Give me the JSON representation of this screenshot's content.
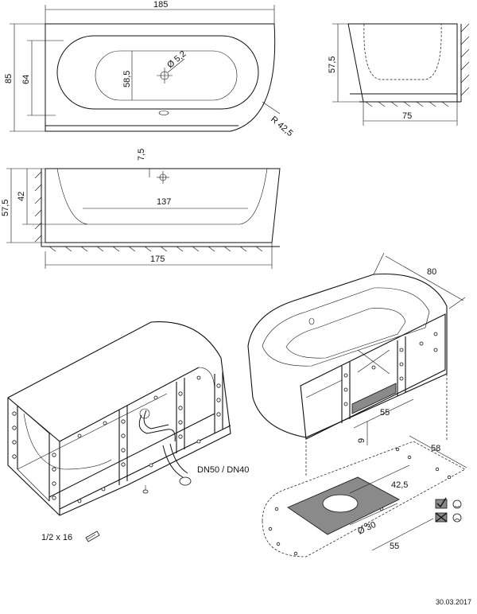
{
  "drawing": {
    "top_view": {
      "length": "185",
      "width": "85",
      "inner_width": "64",
      "basin_width": "58,5",
      "drain_diameter": "Ø 5,2",
      "corner_radius": "R 42,5"
    },
    "side_view": {
      "height": "57,5",
      "depth": "75"
    },
    "front_view": {
      "drain_offset": "7,5",
      "inner_depth": "42",
      "height": "57,5",
      "inner_length": "137",
      "length": "175"
    },
    "iso_view": {
      "width": "80",
      "panel_width": "55",
      "panel_height": "9",
      "floor_depth": "58",
      "drain_offset": "42,5",
      "drain_diameter": "Ø 30",
      "drain_span": "55",
      "pipe_label": "DN50 / DN40",
      "screw_qty": "1/2   x 16"
    },
    "date": "30.03.2017"
  },
  "icons": {
    "ok": "checkbox-ok-icon",
    "no": "checkbox-cross-icon",
    "smile": "smiley-icon",
    "sad": "sad-face-icon"
  }
}
